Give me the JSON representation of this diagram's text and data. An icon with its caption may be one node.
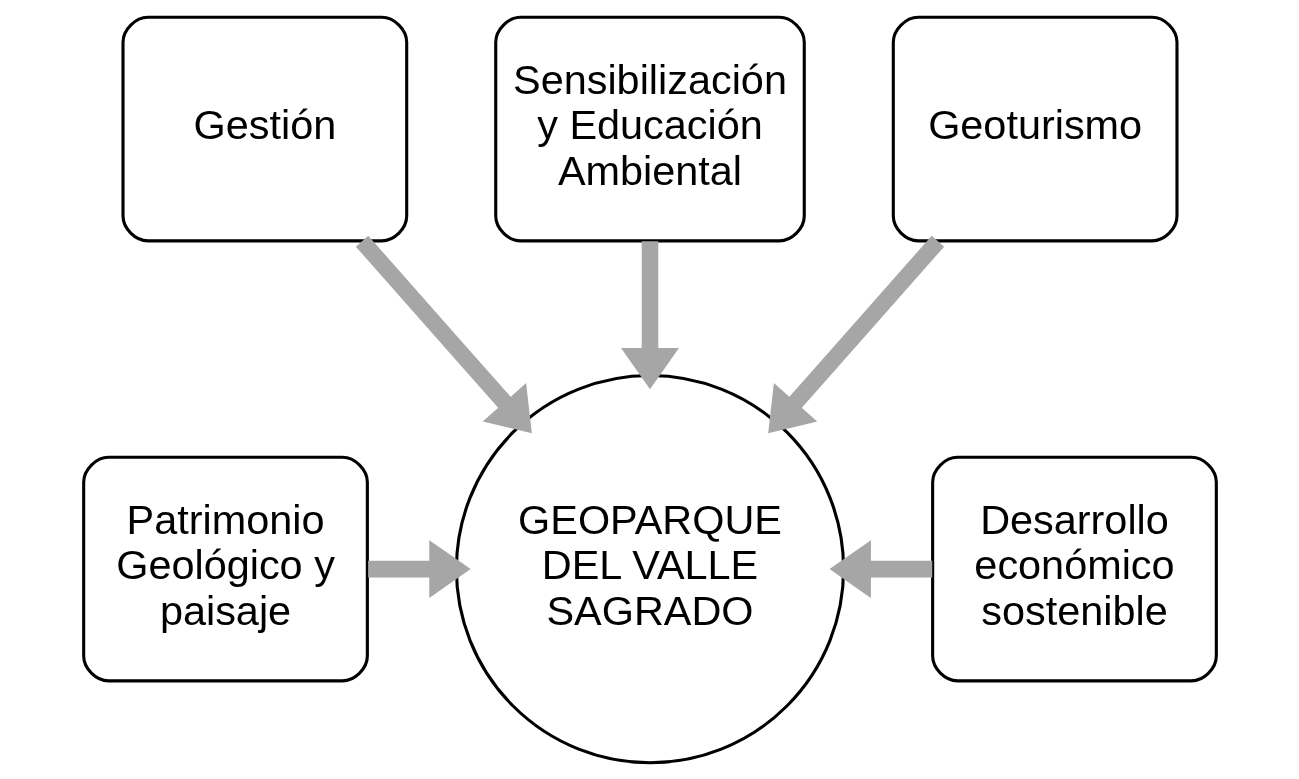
{
  "diagram": {
    "nodes": [
      {
        "text": [
          "Sensibilización y Educación Ambiental"
        ]
      },
      {
        "text": [
          "Gestión"
        ]
      },
      {
        "text": [
          "Geoturismo"
        ]
      },
      {
        "text": [
          "Patrimonio Geológico y paisaje"
        ]
      },
      {
        "text": [
          "GEOPARQUE DEL VALLE SAGRADO"
        ]
      },
      {
        "text": [
          "Desarrollo económico sostenible"
        ]
      }
    ],
    "edges": [
      {
        "from": 3,
        "to": 4,
        "arrow": "to"
      },
      {
        "from": 1,
        "to": 4,
        "arrow": "to"
      },
      {
        "from": 0,
        "to": 4,
        "arrow": "to"
      },
      {
        "from": 2,
        "to": 4,
        "arrow": "to"
      },
      {
        "from": 5,
        "to": 4,
        "arrow": "to"
      }
    ]
  }
}
